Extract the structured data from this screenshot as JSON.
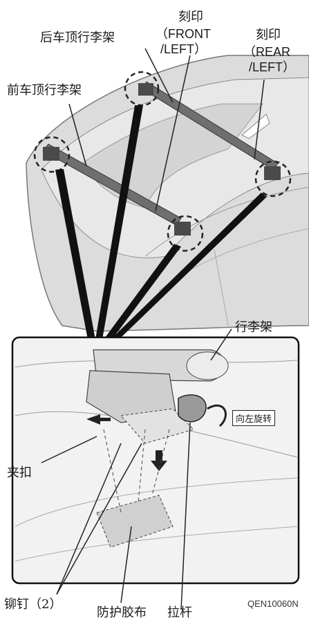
{
  "labels": {
    "rear_rack": "后车顶行李架",
    "front_rack": "前车顶行李架",
    "mark_front_title": "刻印",
    "mark_front_paren_open": "（FRONT",
    "mark_front_paren_close": "/LEFT）",
    "mark_rear_title": "刻印",
    "mark_rear_paren_open": "（REAR",
    "mark_rear_paren_close": "/LEFT）",
    "luggage_rack": "行李架",
    "rotate_left": "向左旋转",
    "clamp": "夹扣",
    "rivet": "铆钉（2）",
    "protective_tape": "防护胶布",
    "lever": "拉杆",
    "figure_code": "QEN10060N"
  },
  "colors": {
    "line": "#1a1a1a",
    "car_fill": "#dcdcdc",
    "inset_bg": "#f2f2f2",
    "rack_fill": "#6f6f6f",
    "dashed_circle": "#222222"
  }
}
